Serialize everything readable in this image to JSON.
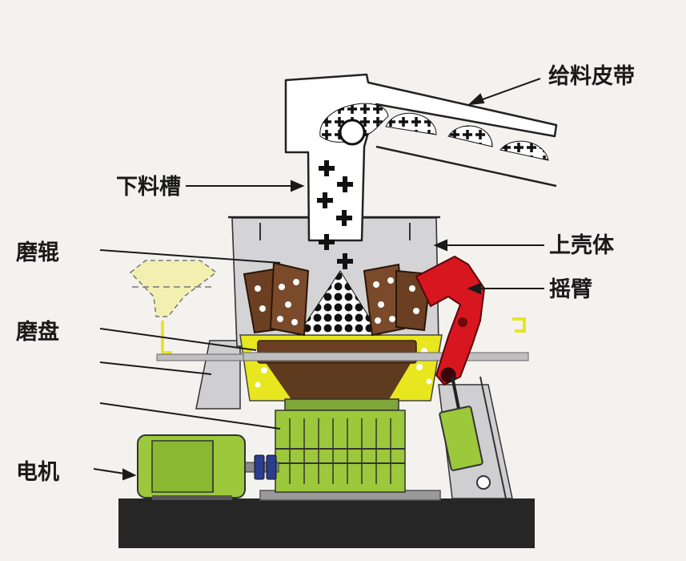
{
  "labels": {
    "feed_belt": "给料皮带",
    "feed_chute": "下料槽",
    "upper_shell": "上壳体",
    "grinding_roller": "磨辊",
    "rocker_arm": "摇臂",
    "grinding_disc": "磨盘",
    "motor": "电机"
  },
  "colors": {
    "background": "#f4f2ef",
    "roller_brown": "#6b3f22",
    "disc_brown": "#5e3a1f",
    "rocker_red": "#d8161f",
    "yellow": "#e8e61e",
    "motor_green": "#9cc83b",
    "housing_gray": "#cfcfd1",
    "base_black": "#262626",
    "coupling_blue": "#2a3d8f"
  }
}
